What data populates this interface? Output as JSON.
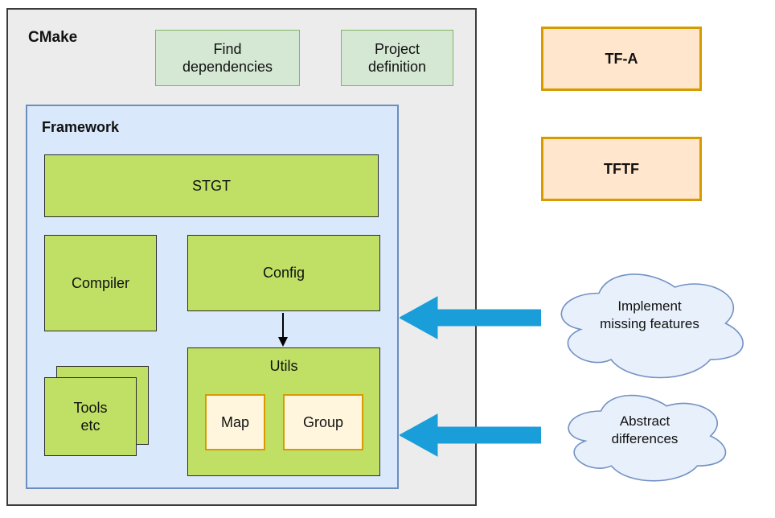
{
  "colors": {
    "outer_fill": "#ececec",
    "outer_border": "#3c3c3c",
    "pale_green_fill": "#d5e8d4",
    "pale_green_border": "#82b366",
    "green_fill": "#bfe065",
    "green_border": "#2d2d2d",
    "blue_fill": "#dae8fc",
    "blue_border": "#6c8ebf",
    "orange_fill": "#ffe6cc",
    "orange_border": "#d79b00",
    "cream_fill": "#fff6dd",
    "arrow_blue": "#1a9ed9",
    "cloud_fill": "#e8f0fb",
    "cloud_border": "#7391c4"
  },
  "cmake": {
    "label": "CMake",
    "find_dependencies": "Find\ndependencies",
    "project_definition": "Project\ndefinition"
  },
  "framework": {
    "label": "Framework",
    "stgt": "STGT",
    "compiler": "Compiler",
    "config": "Config",
    "tools": "Tools\netc",
    "utils": "Utils",
    "map": "Map",
    "group": "Group"
  },
  "right": {
    "tfa": "TF-A",
    "tftf": "TFTF",
    "cloud_implement": "Implement\nmissing features",
    "cloud_abstract": "Abstract\ndifferences"
  }
}
